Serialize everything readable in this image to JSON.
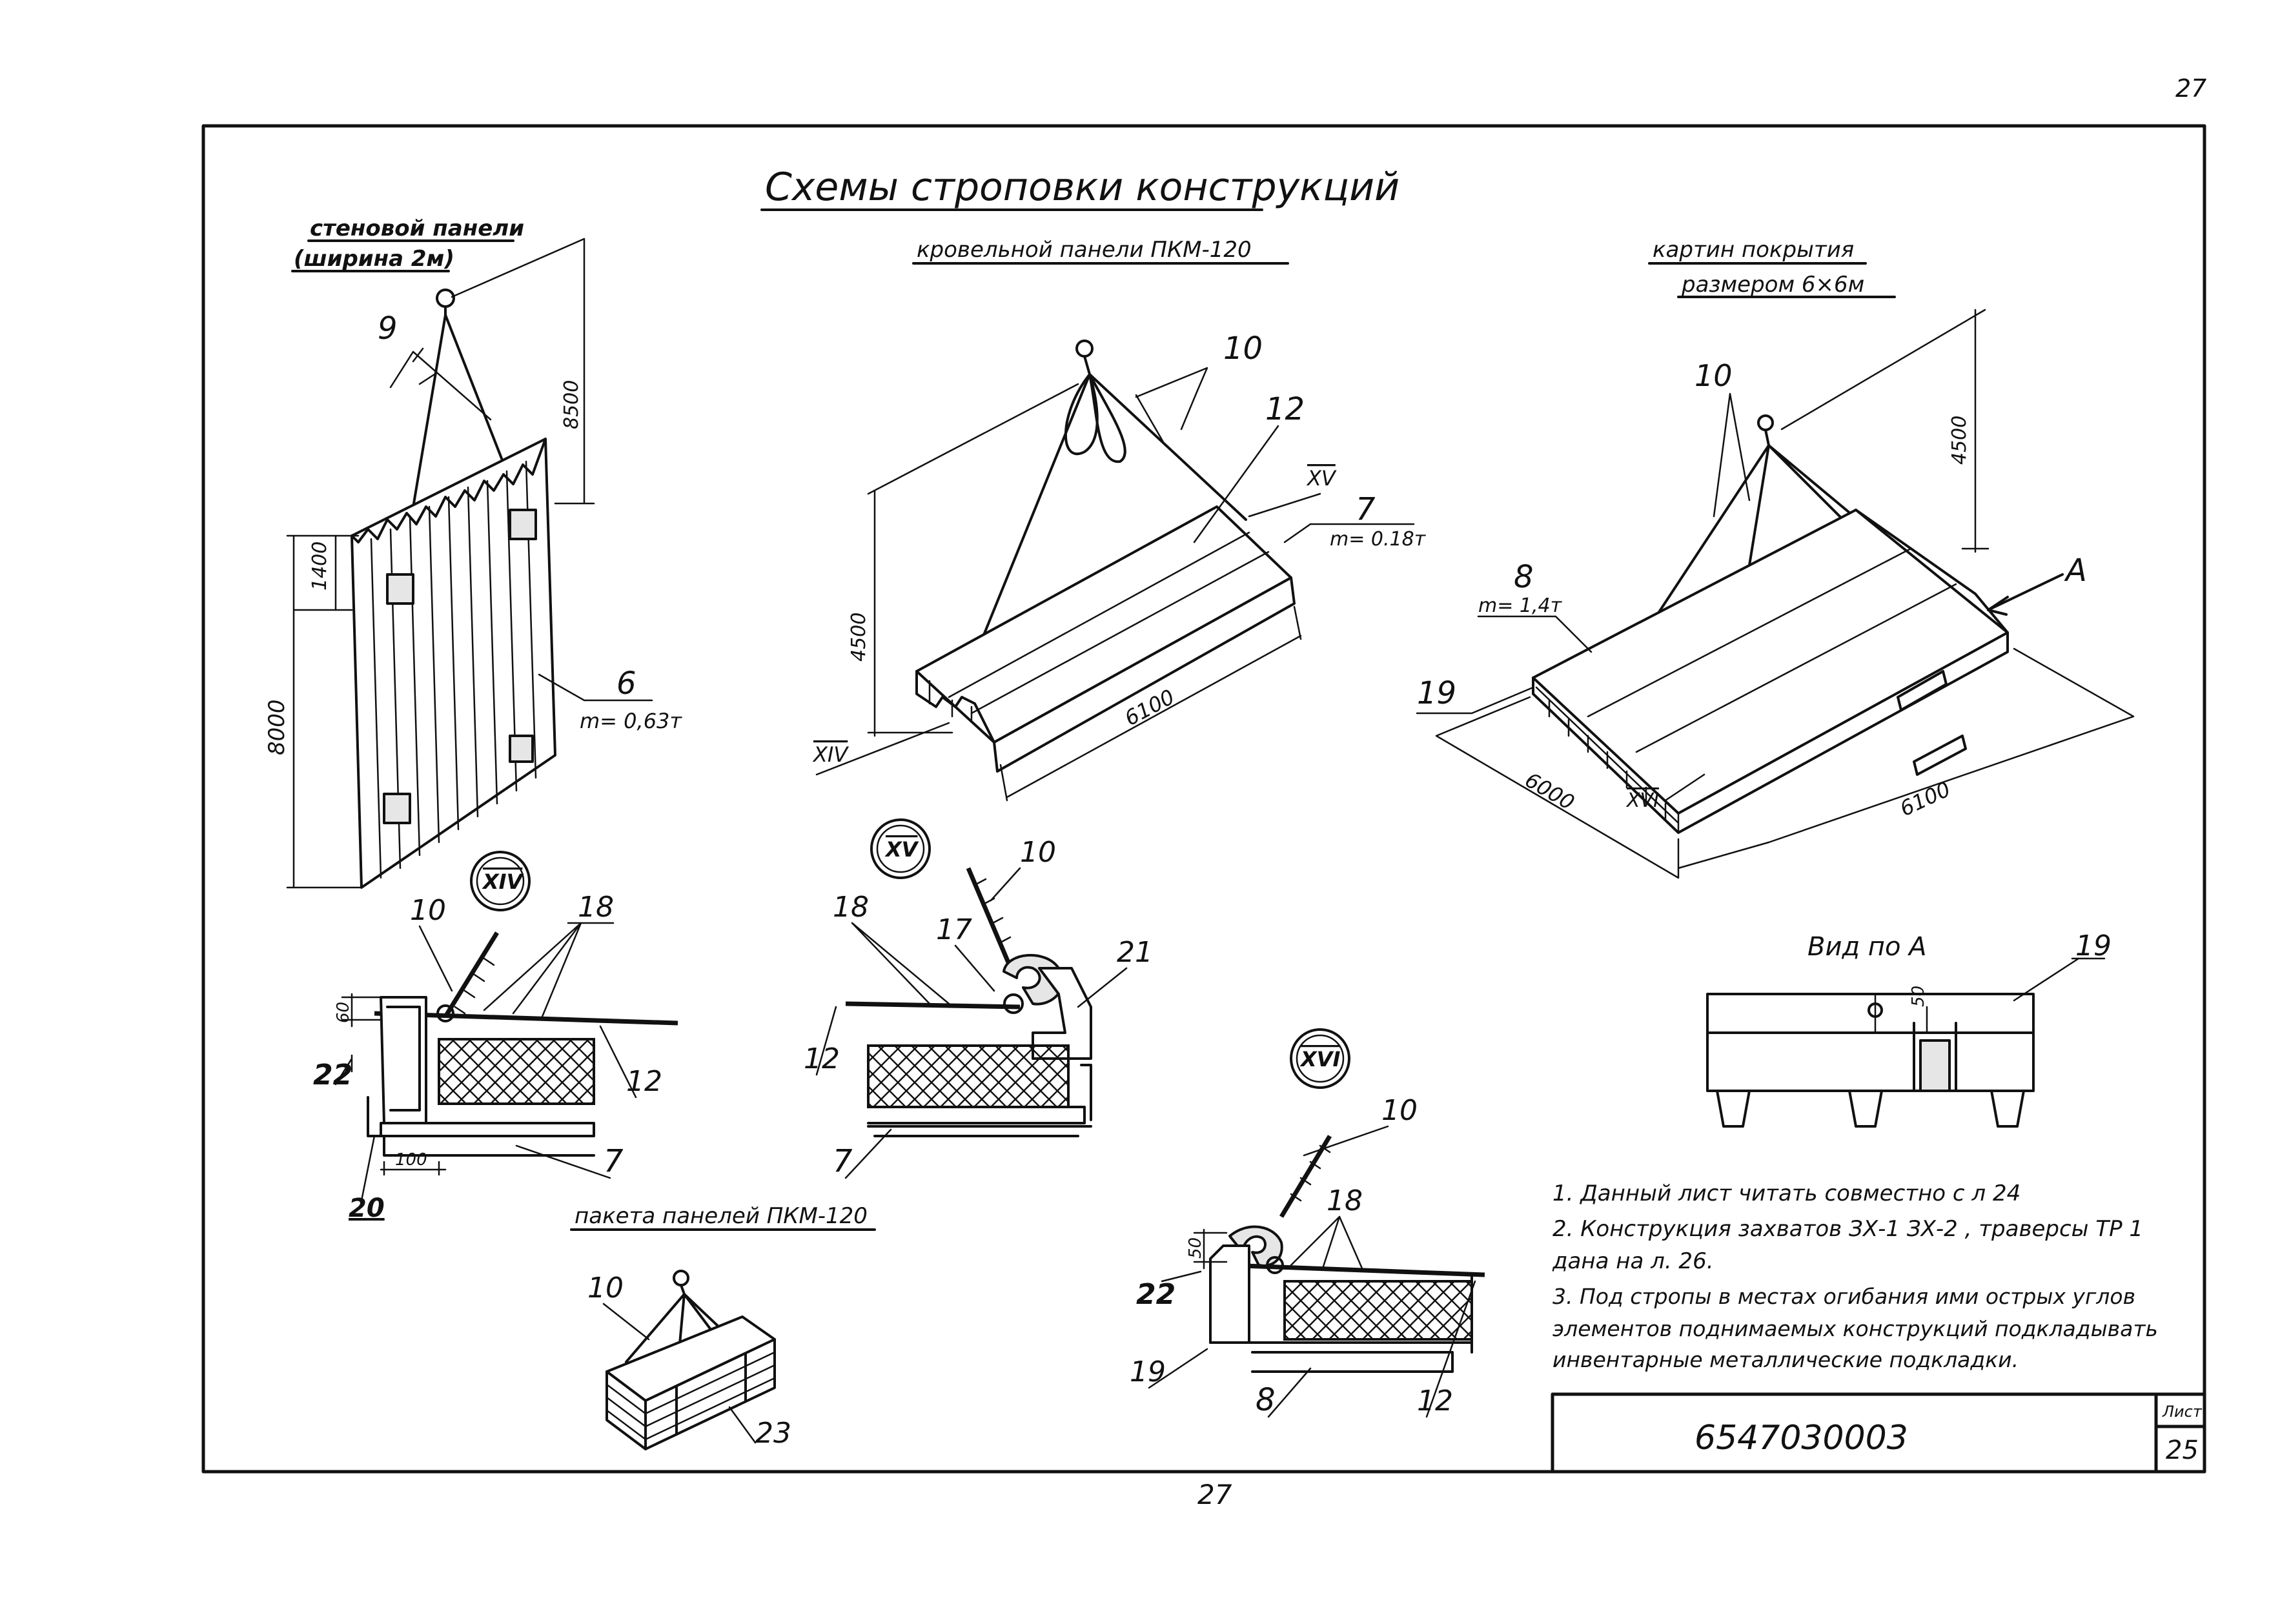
{
  "sheet": {
    "page_number_top": "27",
    "page_number_bottom": "27",
    "title": "Схемы строповки конструкций"
  },
  "views": {
    "wall_panel": {
      "title_line1": "стеновой панели",
      "title_line2": "(ширина 2м)",
      "dim_height": "8000",
      "dim_sling": "8500",
      "dim_top": "1400",
      "mass": "m= 0,63т",
      "pos_sling": "9",
      "pos_panel": "6"
    },
    "roof_panel": {
      "title": "кровельной панели ПКМ-120",
      "dim_height": "4500",
      "dim_length": "6100",
      "mass": "m= 0.18т",
      "pos_sling": "10",
      "pos_panel": "12",
      "pos_beam": "7",
      "callout_a": "XV",
      "callout_b": "XIV"
    },
    "roof_cover": {
      "title_line1": "картин покрытия",
      "title_line2": "размером 6×6м",
      "dim_height": "4500",
      "dim_width": "6000",
      "dim_length": "6100",
      "mass": "m= 1,4т",
      "pos_sling": "10",
      "pos_beam": "8",
      "pos_traverse": "19",
      "view_arrow": "A",
      "callout": "XVI"
    },
    "detail_xiv": {
      "callout": "XIV",
      "dim_gap": "60",
      "dim_width": "100",
      "labels": [
        "10",
        "18",
        "22",
        "12",
        "7",
        "20"
      ]
    },
    "detail_xv": {
      "callout": "XV",
      "labels": [
        "10",
        "18",
        "17",
        "21",
        "12",
        "7"
      ]
    },
    "detail_xvi": {
      "callout": "XVI",
      "dim_gap": "50",
      "labels": [
        "10",
        "18",
        "22",
        "19",
        "8",
        "12"
      ]
    },
    "package": {
      "title": "пакета панелей ПКМ-120",
      "pos_sling": "10",
      "pos_pad": "23"
    },
    "view_a": {
      "title": "Вид по А",
      "dim": "50",
      "pos": "19"
    }
  },
  "notes": [
    "1. Данный лист читать совместно с л 24",
    "2. Конструкция захватов ЗХ-1 ЗХ-2 , траверсы ТР 1",
    "дана на л. 26.",
    "3. Под стропы в местах огибания ими острых углов",
    "элементов поднимаемых конструкций подкладывать",
    "инвентарные металлические подкладки."
  ],
  "stamp": {
    "code": "6547030003",
    "sheet_label": "Лист",
    "sheet_no": "25"
  }
}
